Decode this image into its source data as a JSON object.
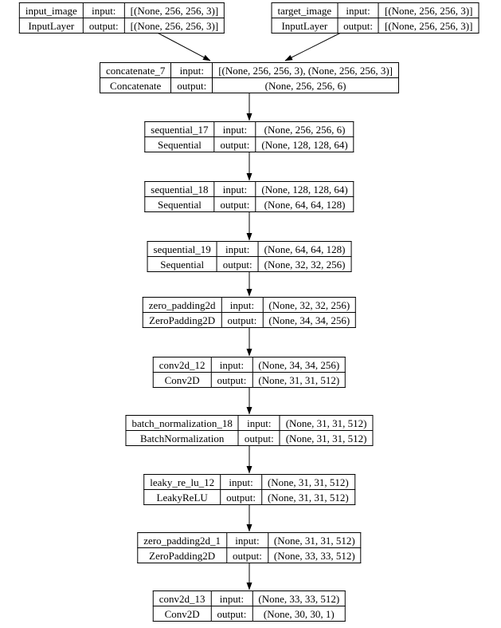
{
  "diagram": {
    "kind": "keras-model-graph",
    "labels": {
      "input": "input:",
      "output": "output:"
    },
    "colors": {
      "background": "#ffffff",
      "border": "#000000",
      "text": "#000000",
      "edge": "#000000"
    },
    "nodes": [
      {
        "name": "input_image",
        "type": "InputLayer",
        "input_shape": "[(None, 256, 256, 3)]",
        "output_shape": "[(None, 256, 256, 3)]"
      },
      {
        "name": "target_image",
        "type": "InputLayer",
        "input_shape": "[(None, 256, 256, 3)]",
        "output_shape": "[(None, 256, 256, 3)]"
      },
      {
        "name": "concatenate_7",
        "type": "Concatenate",
        "input_shape": "[(None, 256, 256, 3), (None, 256, 256, 3)]",
        "output_shape": "(None, 256, 256, 6)"
      },
      {
        "name": "sequential_17",
        "type": "Sequential",
        "input_shape": "(None, 256, 256, 6)",
        "output_shape": "(None, 128, 128, 64)"
      },
      {
        "name": "sequential_18",
        "type": "Sequential",
        "input_shape": "(None, 128, 128, 64)",
        "output_shape": "(None, 64, 64, 128)"
      },
      {
        "name": "sequential_19",
        "type": "Sequential",
        "input_shape": "(None, 64, 64, 128)",
        "output_shape": "(None, 32, 32, 256)"
      },
      {
        "name": "zero_padding2d",
        "type": "ZeroPadding2D",
        "input_shape": "(None, 32, 32, 256)",
        "output_shape": "(None, 34, 34, 256)"
      },
      {
        "name": "conv2d_12",
        "type": "Conv2D",
        "input_shape": "(None, 34, 34, 256)",
        "output_shape": "(None, 31, 31, 512)"
      },
      {
        "name": "batch_normalization_18",
        "type": "BatchNormalization",
        "input_shape": "(None, 31, 31, 512)",
        "output_shape": "(None, 31, 31, 512)"
      },
      {
        "name": "leaky_re_lu_12",
        "type": "LeakyReLU",
        "input_shape": "(None, 31, 31, 512)",
        "output_shape": "(None, 31, 31, 512)"
      },
      {
        "name": "zero_padding2d_1",
        "type": "ZeroPadding2D",
        "input_shape": "(None, 31, 31, 512)",
        "output_shape": "(None, 33, 33, 512)"
      },
      {
        "name": "conv2d_13",
        "type": "Conv2D",
        "input_shape": "(None, 33, 33, 512)",
        "output_shape": "(None, 30, 30, 1)"
      }
    ]
  }
}
